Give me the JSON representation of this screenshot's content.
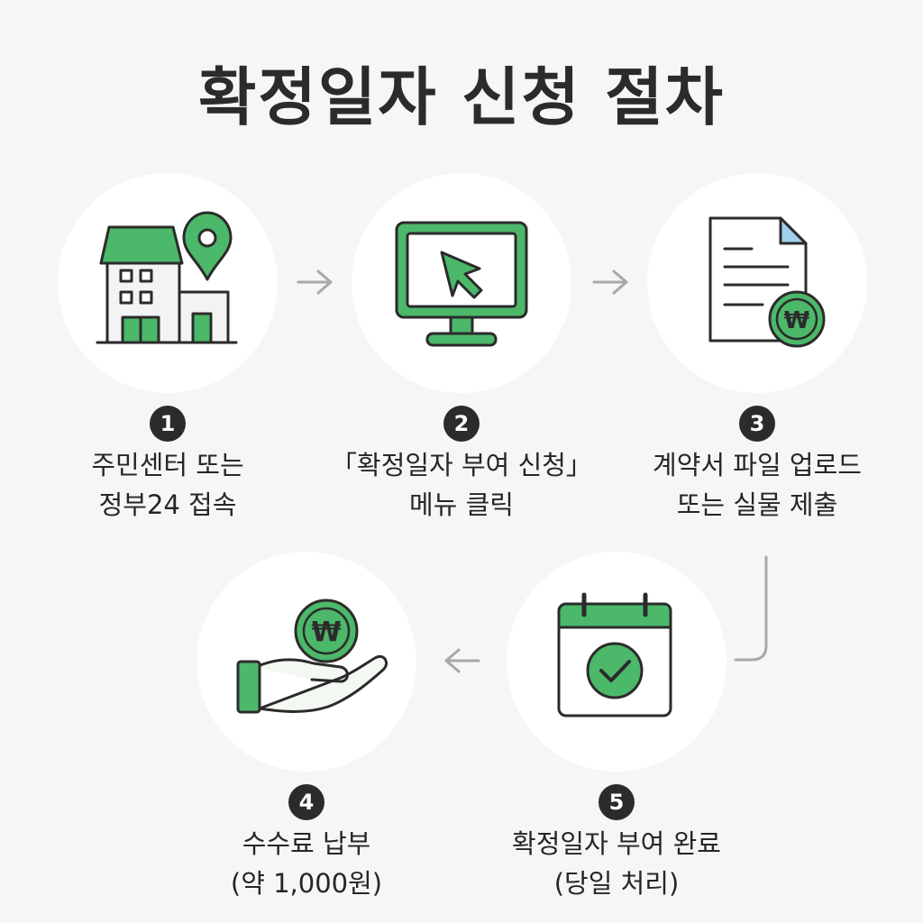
{
  "title": "확정일자 신청 절차",
  "colors": {
    "accent": "#4cb86a",
    "outline": "#2b2b2b",
    "background": "#f6f6f4",
    "circle": "#ffffff",
    "arrow": "#a8a8a8"
  },
  "steps": [
    {
      "number": "1",
      "icon": "building-location-icon",
      "lines": [
        "주민센터 또는",
        "정부24 접속"
      ]
    },
    {
      "number": "2",
      "icon": "monitor-cursor-icon",
      "lines": [
        "「확정일자 부여 신청」",
        "메뉴 클릭"
      ]
    },
    {
      "number": "3",
      "icon": "document-won-icon",
      "lines": [
        "계약서 파일 업로드",
        "또는 실물 제출"
      ]
    },
    {
      "number": "4",
      "icon": "hand-coin-icon",
      "lines": [
        "수수료 납부",
        "(약 1,000원)"
      ]
    },
    {
      "number": "5",
      "icon": "calendar-check-icon",
      "lines": [
        "확정일자 부여 완료",
        "(당일 처리)"
      ]
    }
  ]
}
